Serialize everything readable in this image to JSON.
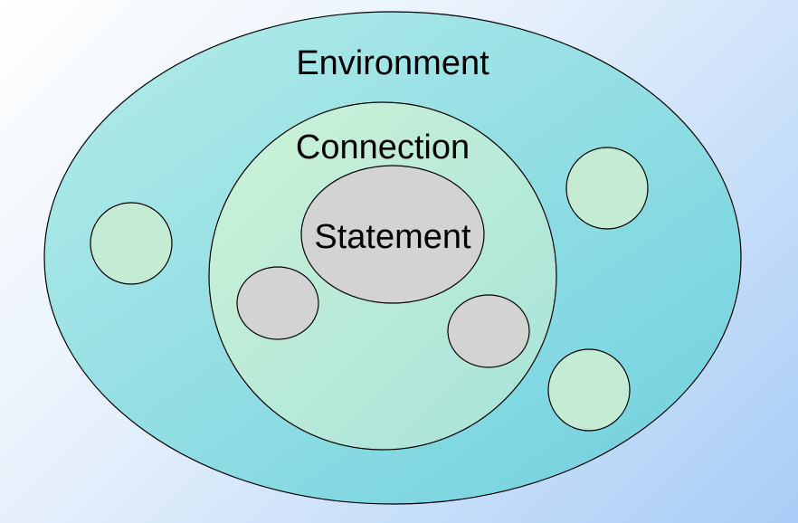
{
  "labels": {
    "environment": "Environment",
    "connection": "Connection",
    "statement": "Statement"
  },
  "colors": {
    "environment": "#8fdbe0",
    "connection": "#c0ecd6",
    "statement": "#d0d0d0",
    "small_env": "#c0ecd6"
  }
}
